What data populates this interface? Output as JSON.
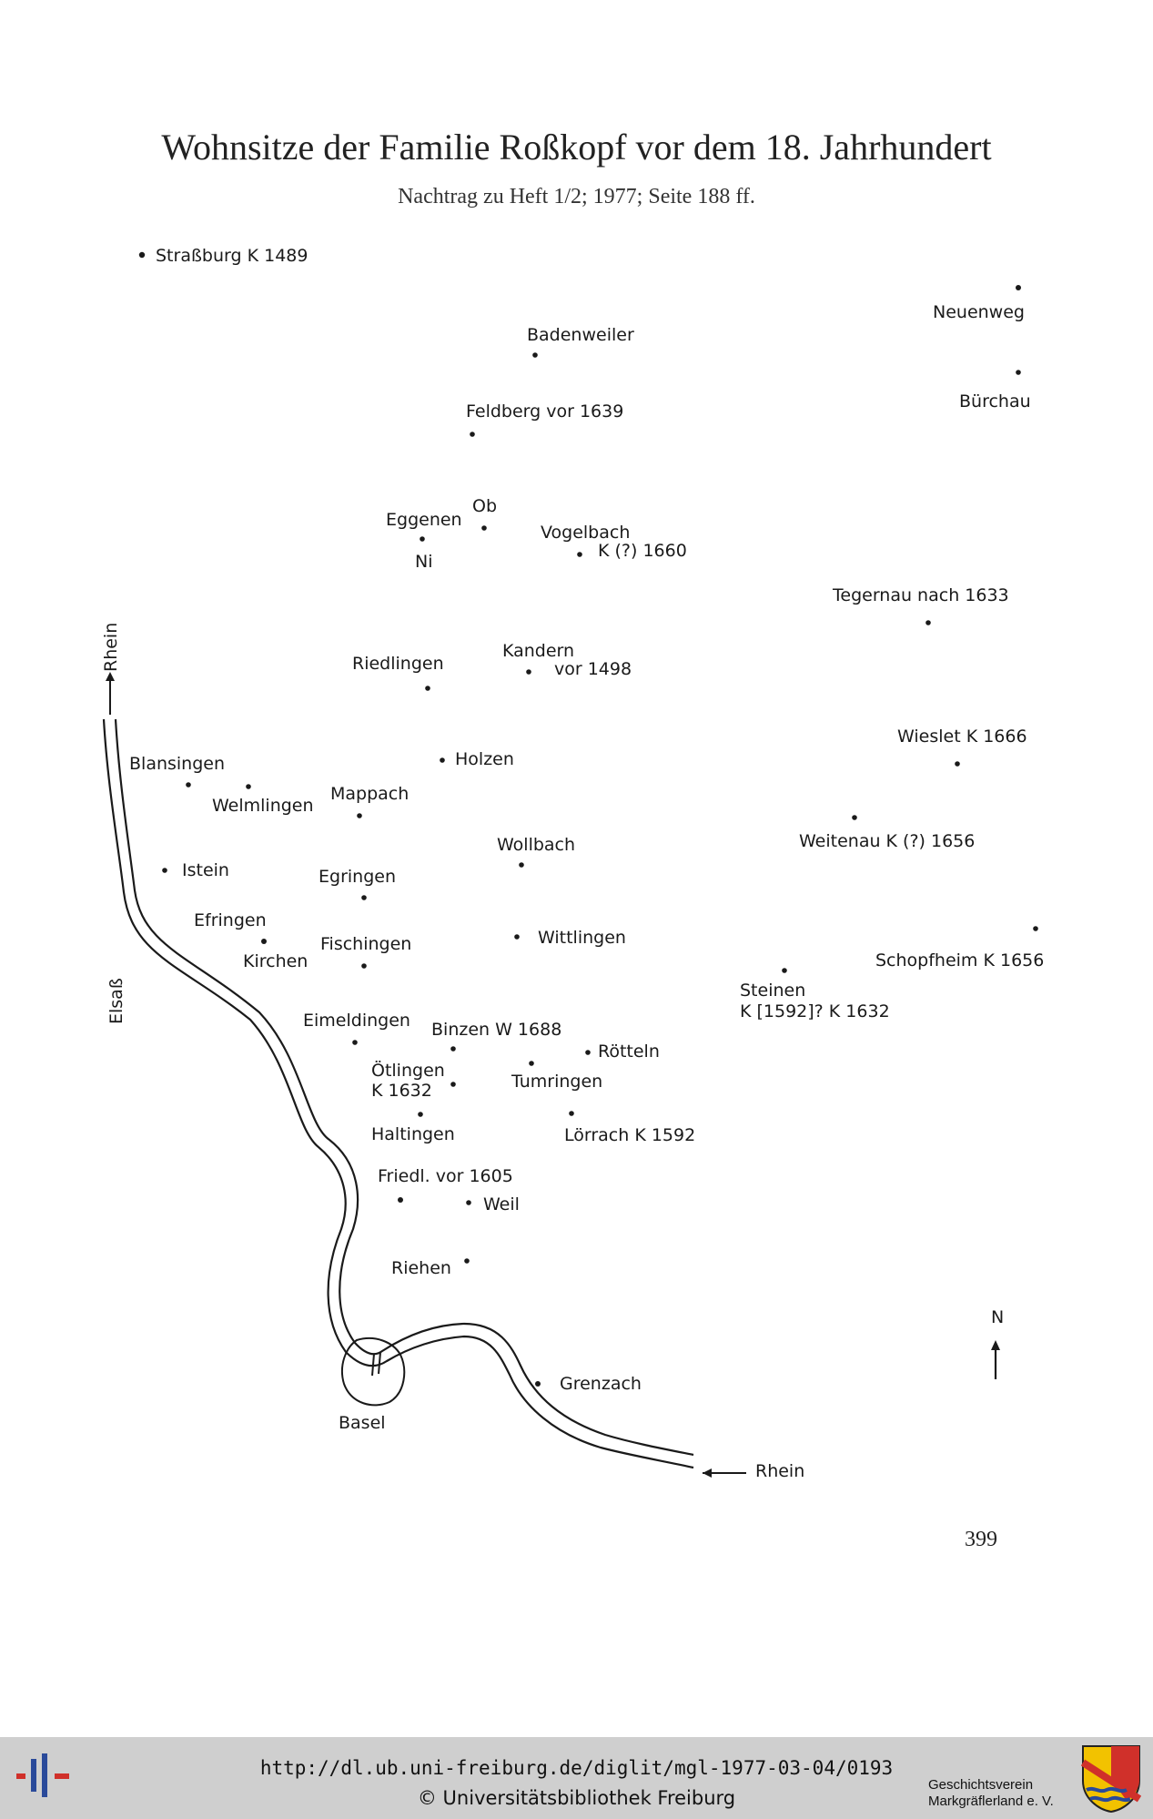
{
  "title": "Wohnsitze der Familie Roßkopf vor dem 18. Jahrhundert",
  "subtitle": "Nachtrag zu Heft 1/2; 1977; Seite 188 ff.",
  "page_number": "399",
  "compass": "N",
  "rivers": {
    "rhein_top": "Rhein",
    "rhein_bottom": "Rhein",
    "elsass": "Elsaß"
  },
  "places": {
    "strassburg": "Straßburg K 1489",
    "neuenweg": "Neuenweg",
    "badenweiler": "Badenweiler",
    "buerchau": "Bürchau",
    "feldberg": "Feldberg vor 1639",
    "eggenen": "Eggenen",
    "ob": "Ob",
    "ni": "Ni",
    "vogelbach": "Vogelbach",
    "vogelbach_k": "K (?) 1660",
    "tegernau": "Tegernau nach 1633",
    "riedlingen": "Riedlingen",
    "kandern": "Kandern",
    "kandern_vor": "vor 1498",
    "wieslet": "Wieslet K 1666",
    "blansingen": "Blansingen",
    "holzen": "Holzen",
    "welmlingen": "Welmlingen",
    "mappach": "Mappach",
    "wollbach": "Wollbach",
    "weitenau": "Weitenau K (?) 1656",
    "istein": "Istein",
    "egringen": "Egringen",
    "efringen": "Efringen",
    "kirchen": "Kirchen",
    "fischingen": "Fischingen",
    "wittlingen": "Wittlingen",
    "schopfheim": "Schopfheim K 1656",
    "steinen": "Steinen",
    "steinen_k": "K [1592]? K 1632",
    "eimeldingen": "Eimeldingen",
    "binzen": "Binzen W 1688",
    "roetteln": "Rötteln",
    "oetlingen": "Ötlingen",
    "oetlingen_k": "K 1632",
    "tumringen": "Tumringen",
    "haltingen": "Haltingen",
    "loerrach": "Lörrach K 1592",
    "friedlingen": "Friedl. vor 1605",
    "weil": "Weil",
    "riehen": "Riehen",
    "grenzach": "Grenzach",
    "basel": "Basel"
  },
  "footer": {
    "url": "http://dl.ub.uni-freiburg.de/diglit/mgl-1977-03-04/0193",
    "copyright": "© Universitätsbibliothek Freiburg",
    "society_line1": "Geschichtsverein",
    "society_line2": "Markgräflerland e. V."
  },
  "colors": {
    "ink": "#1a1a1a",
    "footer_bg": "#cfcfcf",
    "logo_blue": "#2a4a9a",
    "logo_red": "#d0302a",
    "arms_yellow": "#f2c200"
  }
}
